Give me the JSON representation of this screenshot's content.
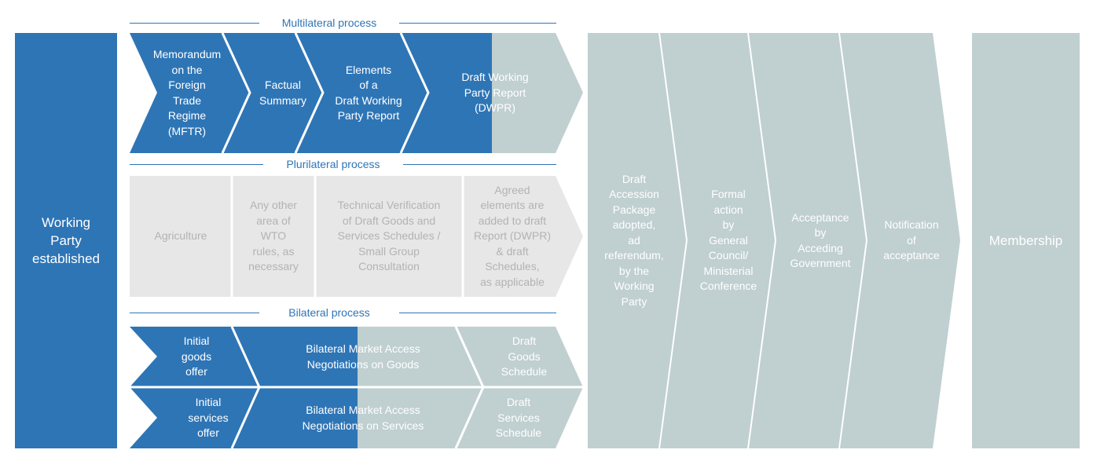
{
  "colors": {
    "blue": "#2e75b6",
    "grey_blue": "#c0cfd0",
    "light_grey": "#e7e7e7",
    "grey_text": "#b3b3b3",
    "white": "#ffffff"
  },
  "start_block": {
    "label": "Working\nParty\nestablished"
  },
  "end_block": {
    "label": "Membership"
  },
  "multilateral": {
    "title": "Multilateral process",
    "steps": [
      {
        "label": "Memorandum\non the\nForeign\nTrade\nRegime\n(MFTR)"
      },
      {
        "label": "Factual\nSummary"
      },
      {
        "label": "Elements\nof a\nDraft Working\nParty Report"
      },
      {
        "label": "Draft Working\nParty Report\n(DWPR)"
      }
    ]
  },
  "plurilateral": {
    "title": "Plurilateral process",
    "steps": [
      {
        "label": "Agriculture"
      },
      {
        "label": "Any other\narea of\nWTO\nrules, as\nnecessary"
      },
      {
        "label": "Technical Verification\nof Draft Goods and\nServices Schedules /\nSmall Group\nConsultation"
      },
      {
        "label": "Agreed\nelements are\nadded to draft\nReport (DWPR)\n& draft\nSchedules,\nas applicable"
      }
    ]
  },
  "bilateral": {
    "title": "Bilateral process",
    "goods": [
      {
        "label": "Initial\ngoods\noffer"
      },
      {
        "label": "Bilateral Market Access\nNegotiations on Goods"
      },
      {
        "label": "Draft\nGoods\nSchedule"
      }
    ],
    "services": [
      {
        "label": "Initial\nservices\noffer"
      },
      {
        "label": "Bilateral Market Access\nNegotiations on Services"
      },
      {
        "label": "Draft\nServices\nSchedule"
      }
    ]
  },
  "final_steps": [
    {
      "label": "Draft\nAccession\nPackage\nadopted,\nad\nreferendum,\nby the\nWorking\nParty"
    },
    {
      "label": "Formal\naction\nby\nGeneral\nCouncil/\nMinisterial\nConference"
    },
    {
      "label": "Acceptance\nby\nAcceding\nGovernment"
    },
    {
      "label": "Notification\nof\nacceptance"
    }
  ]
}
